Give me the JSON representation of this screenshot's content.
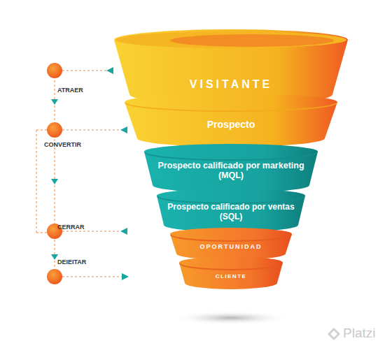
{
  "diagram": {
    "nodes": [
      {
        "text": [
          "VISITANTE"
        ]
      },
      {
        "text": [
          "Prospecto"
        ]
      },
      {
        "text": [
          "Prospecto calificado por marketing (MQL)"
        ]
      },
      {
        "text": [
          "Prospecto calificado por ventas (SQL)"
        ]
      },
      {
        "text": [
          "OPORTUNIDAD"
        ]
      },
      {
        "text": [
          "CLIENTE"
        ]
      }
    ],
    "labels": [
      "ATRAER",
      "CONVERTIR",
      "CERRAR",
      "DEIEITAR",
      "Platzi"
    ]
  }
}
